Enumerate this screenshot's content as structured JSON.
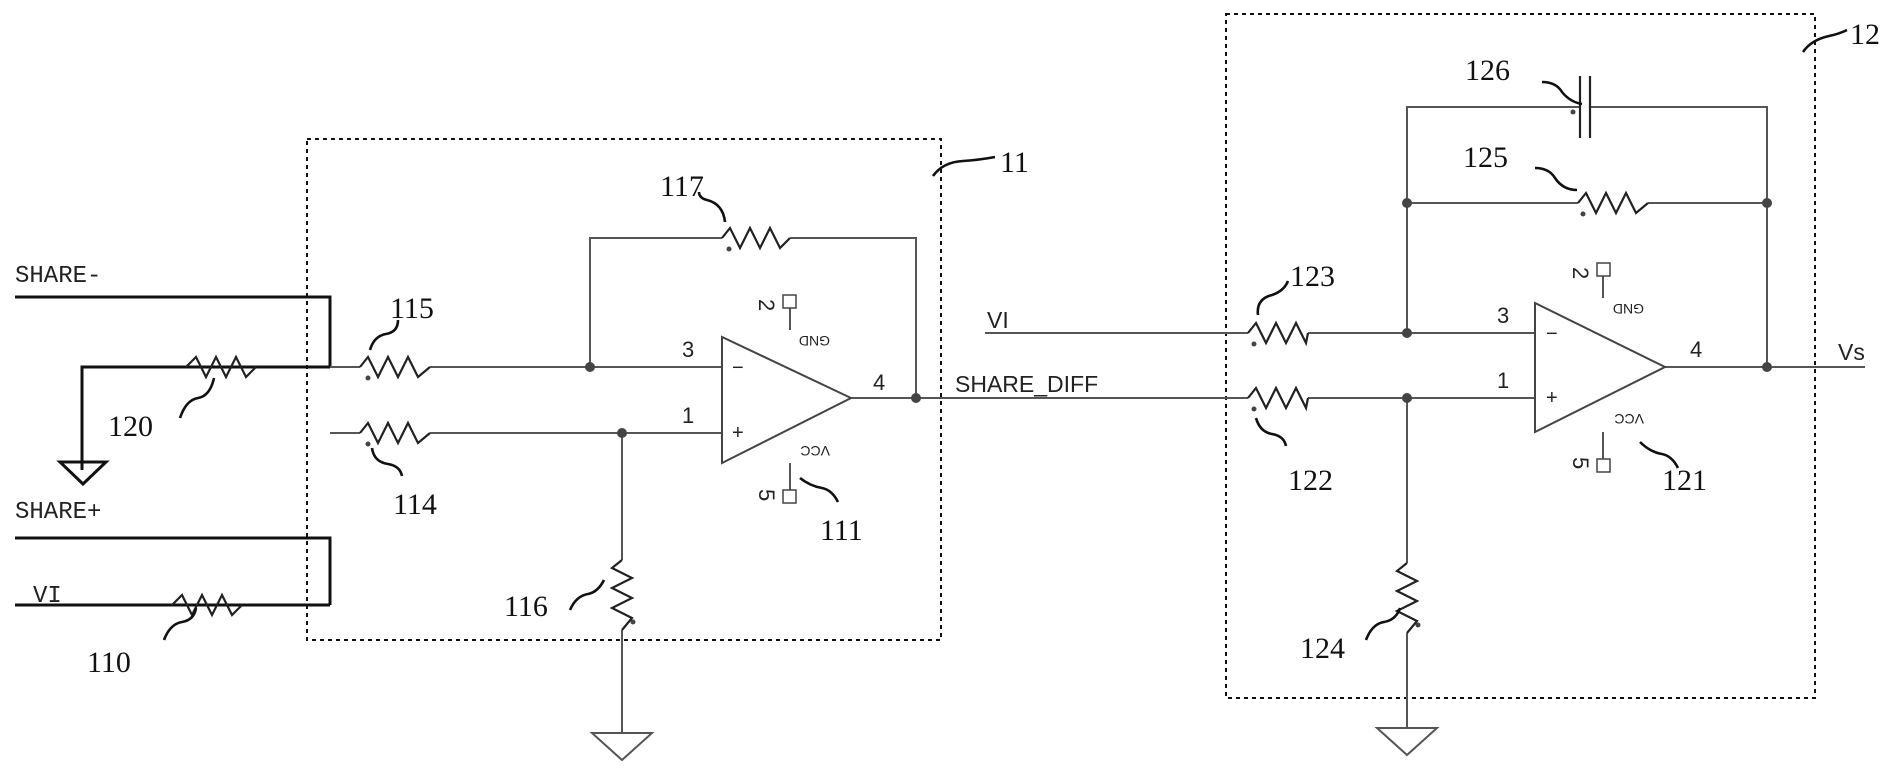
{
  "nets": {
    "share_minus": "SHARE-",
    "share_plus": "SHARE+",
    "vi_left": "VI",
    "vi_right": "VI",
    "share_diff": "SHARE_DIFF",
    "vs": "Vs"
  },
  "blocks": {
    "block_11": "11",
    "block_12": "12"
  },
  "components": {
    "r110": "110",
    "r114": "114",
    "r115": "115",
    "r116": "116",
    "r117": "117",
    "r120": "120",
    "opamp111": "111",
    "opamp121": "121",
    "r122": "122",
    "r123": "123",
    "r124": "124",
    "r125": "125",
    "c126": "126"
  },
  "pins": {
    "a_inv": "3",
    "a_noninv": "1",
    "a_out": "4",
    "a_gnd": "2",
    "a_vcc": "5",
    "b_inv": "3",
    "b_noninv": "1",
    "b_out": "4",
    "b_gnd": "2",
    "b_vcc": "5",
    "gnd_label": "GND",
    "vcc_label": "VCC",
    "minus": "−",
    "plus": "+"
  }
}
